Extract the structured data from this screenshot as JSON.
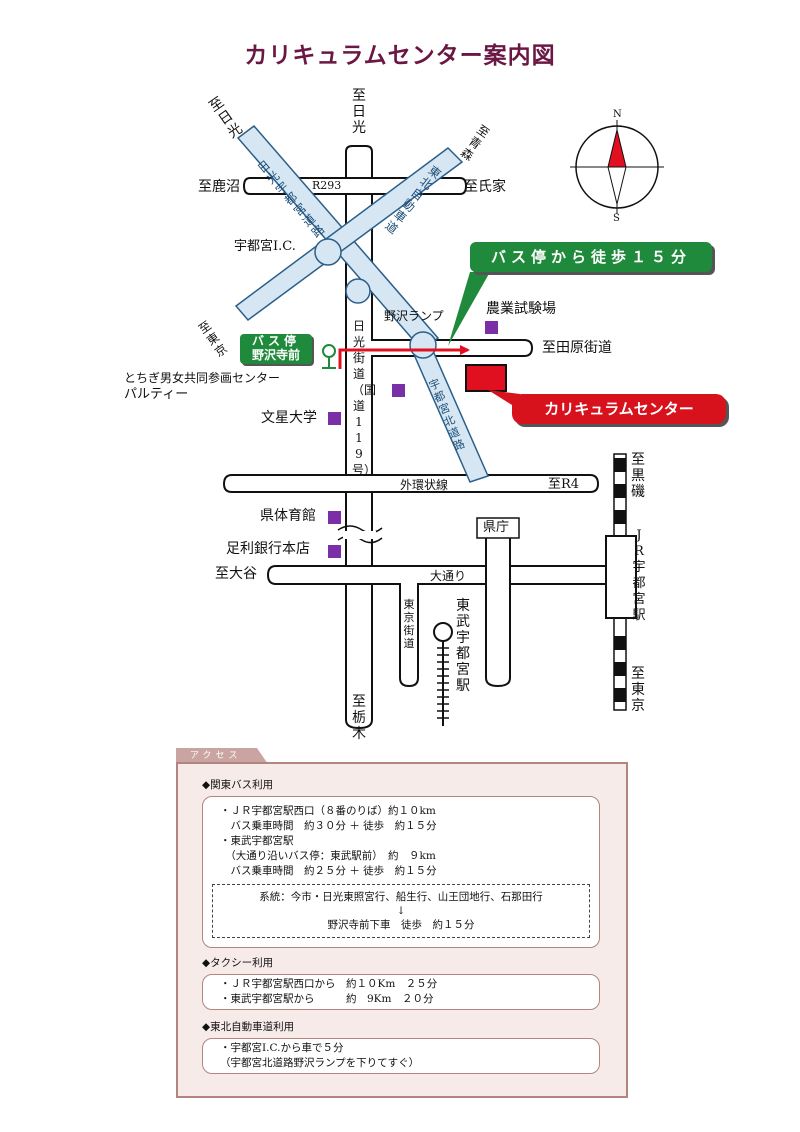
{
  "title": "カリキュラムセンター案内図",
  "map": {
    "destinations": {
      "nikko_top": "至日光",
      "nikko_diag": "至日光",
      "aomori": "至青森",
      "kanuma": "至鹿沼",
      "ujiie": "至氏家",
      "tokyo_diag": "至東京",
      "tawara": "至田原街道",
      "kuroiso": "至黒磯",
      "tokyo_rail": "至東京",
      "oya": "至大谷",
      "tochigi": "至栃木",
      "r4": "至R4"
    },
    "roads": {
      "r293": "R293",
      "nikko_utsunomiya_road": "日光宇都宮道路",
      "tohoku_expressway": "東北自動車道",
      "utsunomiya_kita_road": "宇都宮北道路",
      "nikko_kaido_119": "日光街道（国道119号）",
      "gaikan": "外環状線",
      "odori": "大通り",
      "tokyo_kaido": "東京街道"
    },
    "places": {
      "ic": "宇都宮I.C.",
      "nozawa_ramp": "野沢ランプ",
      "agri": "農業試験場",
      "partie_line1": "とちぎ男女共同参画センター",
      "partie_line2": "パルティー",
      "bunsei": "文星大学",
      "gym": "県体育館",
      "ashikaga": "足利銀行本店",
      "kencho": "県庁",
      "jr_station": "JR宇都宮駅",
      "tobu_station": "東武宇都宮駅"
    },
    "bus_stop": {
      "label1": "バス停",
      "label2": "野沢寺前"
    },
    "walk_callout": "バス停から徒歩１５分",
    "center_callout": "カリキュラムセンター",
    "compass": {
      "n": "N",
      "s": "S"
    },
    "colors": {
      "road_blue": "#d6e6f2",
      "route_red": "#e01020",
      "marker_purple": "#7b2fa6",
      "green": "#1f8a3b"
    }
  },
  "access": {
    "tab": "アクセス",
    "bus": {
      "heading": "◆関東バス利用",
      "lines": [
        "・ＪＲ宇都宮駅西口（８番のりば）約１０km",
        "　バス乗車時間　約３０分 ＋ 徒歩　約１５分",
        "・東武宇都宮駅",
        "　（大通り沿いバス停：東武駅前）　約　９km",
        "　バス乗車時間　約２５分 ＋ 徒歩　約１５分"
      ],
      "route_line1": "系統：今市・日光東照宮行、船生行、山王団地行、石那田行",
      "route_arrow": "↓",
      "route_line2": "野沢寺前下車　徒歩　約１５分"
    },
    "taxi": {
      "heading": "◆タクシー利用",
      "lines": [
        "・ＪＲ宇都宮駅西口から　約１０Km　２５分",
        "・東武宇都宮駅から　　　約　9Km　２０分"
      ]
    },
    "expressway": {
      "heading": "◆東北自動車道利用",
      "lines": [
        "・宇都宮I.C.から車で５分",
        "（宇都宮北道路野沢ランプを下りてすぐ）"
      ]
    }
  }
}
